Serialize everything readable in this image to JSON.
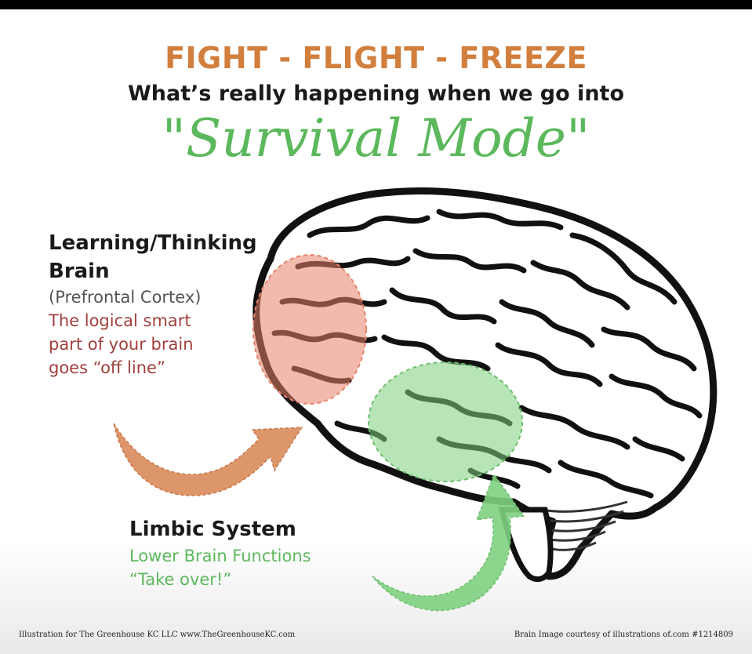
{
  "header": {
    "title": "FIGHT - FLIGHT - FREEZE",
    "subtitle": "What’s really happening when we go into",
    "mode": "\"Survival Mode\""
  },
  "prefrontal": {
    "heading_line1": "Learning/Thinking",
    "heading_line2": "Brain",
    "label": "(Prefrontal Cortex)",
    "desc_line1": "The logical smart",
    "desc_line2": "part of your brain",
    "desc_line3": "goes “off line”",
    "color": "#e8826a"
  },
  "limbic": {
    "heading": "Limbic System",
    "desc_line1": "Lower Brain Functions",
    "desc_line2": "“Take over!”",
    "color": "#7ed07e"
  },
  "footer": {
    "left": "Illustration for The Greenhouse KC LLC  www.TheGreenhouseKC.com",
    "right": "Brain Image courtesy of illustrations of.com  #1214809"
  },
  "colors": {
    "title": "#d27f3e",
    "script": "#5cb85c",
    "arrow_orange": "#d9895a",
    "arrow_green": "#7fd07f"
  }
}
